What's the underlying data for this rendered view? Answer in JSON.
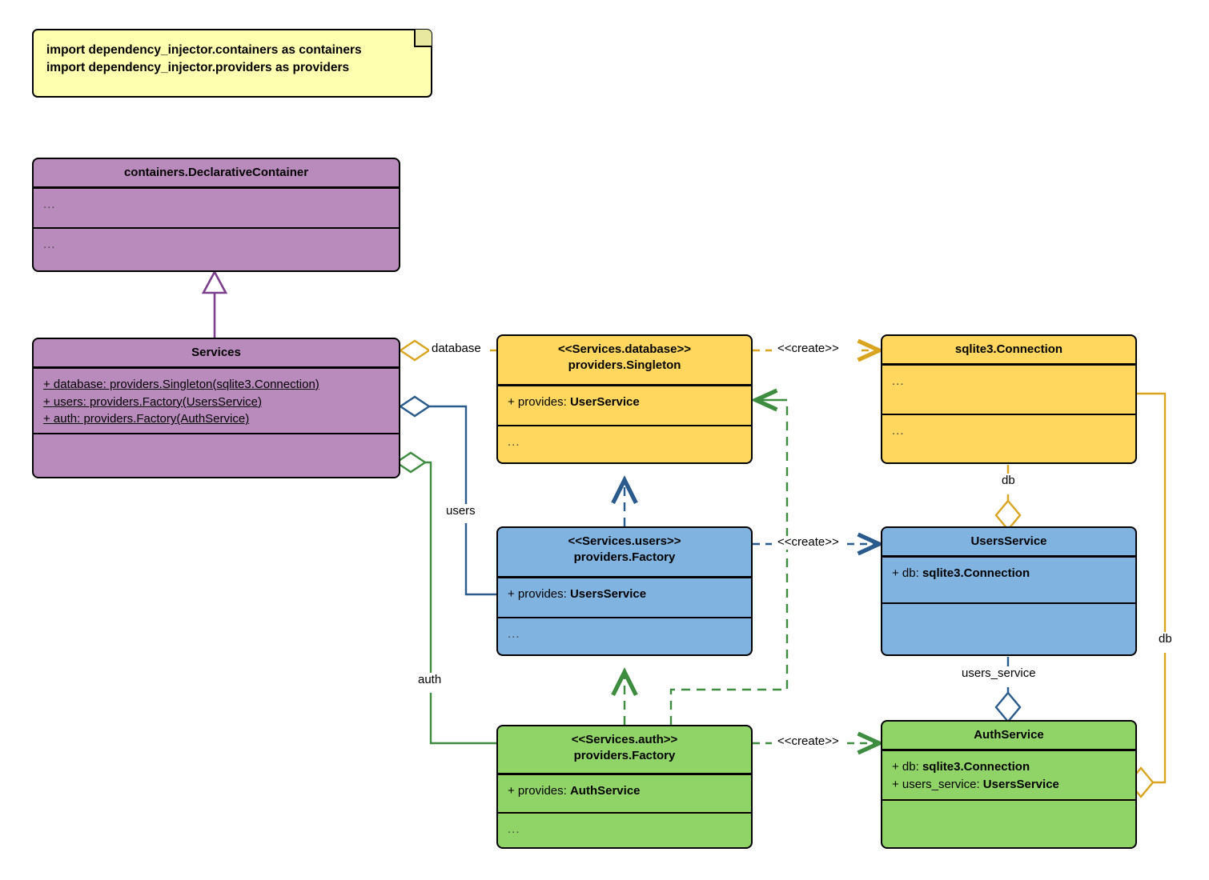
{
  "diagram": {
    "title": "dependency_injector Services container UML class diagram",
    "note": {
      "lines": [
        "import dependency_injector.containers as containers",
        "import dependency_injector.providers as providers"
      ]
    },
    "colors": {
      "note_fill": "#ffffb0",
      "purple": "#b98bbd",
      "yellow": "#ffd75e",
      "blue": "#80b3e0",
      "green": "#90d468",
      "purple_edge": "#7b3f8c",
      "yellow_edge": "#d9a521",
      "blue_edge": "#2a5b8c",
      "green_edge": "#3d8c40",
      "stroke": "#000000"
    },
    "classes": [
      {
        "id": "declarative-container",
        "name": "containers.DeclarativeContainer",
        "header_lines": [
          "containers.DeclarativeContainer"
        ],
        "attributes": [
          "..."
        ],
        "methods": [
          "..."
        ],
        "fill": "#b98bbd"
      },
      {
        "id": "services",
        "name": "Services",
        "header_lines": [
          "Services"
        ],
        "attributes": [
          "+ database: providers.Singleton(sqlite3.Connection)",
          "+ users: providers.Factory(UsersService)",
          "+ auth: providers.Factory(AuthService)"
        ],
        "methods": [
          ""
        ],
        "fill": "#b98bbd"
      },
      {
        "id": "services-database",
        "name": "<<Services.database>> providers.Singleton",
        "header_lines": [
          "<<Services.database>>",
          "providers.Singleton"
        ],
        "attributes": [
          "+ provides: UserService"
        ],
        "methods": [
          "..."
        ],
        "fill": "#ffd75e"
      },
      {
        "id": "sqlite3-connection",
        "name": "sqlite3.Connection",
        "header_lines": [
          "sqlite3.Connection"
        ],
        "attributes": [
          "..."
        ],
        "methods": [
          "..."
        ],
        "fill": "#ffd75e"
      },
      {
        "id": "services-users",
        "name": "<<Services.users>> providers.Factory",
        "header_lines": [
          "<<Services.users>>",
          "providers.Factory"
        ],
        "attributes": [
          "+ provides: UsersService"
        ],
        "methods": [
          "..."
        ],
        "fill": "#80b3e0"
      },
      {
        "id": "users-service",
        "name": "UsersService",
        "header_lines": [
          "UsersService"
        ],
        "attributes": [
          "+ db: sqlite3.Connection"
        ],
        "methods": [
          ""
        ],
        "fill": "#80b3e0"
      },
      {
        "id": "services-auth",
        "name": "<<Services.auth>> providers.Factory",
        "header_lines": [
          "<<Services.auth>>",
          "providers.Factory"
        ],
        "attributes": [
          "+ provides: AuthService"
        ],
        "methods": [
          "..."
        ],
        "fill": "#90d468"
      },
      {
        "id": "auth-service",
        "name": "AuthService",
        "header_lines": [
          "AuthService"
        ],
        "attributes": [
          "+ db: sqlite3.Connection",
          "+ users_service: UsersService"
        ],
        "methods": [
          ""
        ],
        "fill": "#90d468"
      }
    ],
    "edge_labels": {
      "database": "database",
      "users": "users",
      "auth": "auth",
      "create_database": "<<create>>",
      "create_users": "<<create>>",
      "create_auth": "<<create>>",
      "db_users": "db",
      "db_auth": "db",
      "users_service": "users_service"
    },
    "relationships": [
      {
        "from": "services",
        "to": "declarative-container",
        "type": "generalization",
        "label": ""
      },
      {
        "from": "services",
        "to": "services-database",
        "type": "aggregation",
        "label": "database"
      },
      {
        "from": "services",
        "to": "services-users",
        "type": "aggregation",
        "label": "users"
      },
      {
        "from": "services",
        "to": "services-auth",
        "type": "aggregation",
        "label": "auth"
      },
      {
        "from": "services-database",
        "to": "sqlite3-connection",
        "type": "dependency",
        "label": "<<create>>"
      },
      {
        "from": "services-users",
        "to": "users-service",
        "type": "dependency",
        "label": "<<create>>"
      },
      {
        "from": "services-auth",
        "to": "auth-service",
        "type": "dependency",
        "label": "<<create>>"
      },
      {
        "from": "services-users",
        "to": "services-database",
        "type": "dependency",
        "label": ""
      },
      {
        "from": "services-auth",
        "to": "services-users",
        "type": "dependency",
        "label": ""
      },
      {
        "from": "services-auth",
        "to": "services-database",
        "type": "dependency",
        "label": ""
      },
      {
        "from": "sqlite3-connection",
        "to": "users-service",
        "type": "aggregation",
        "label": "db"
      },
      {
        "from": "sqlite3-connection",
        "to": "auth-service",
        "type": "aggregation",
        "label": "db"
      },
      {
        "from": "users-service",
        "to": "auth-service",
        "type": "aggregation",
        "label": "users_service"
      }
    ]
  }
}
